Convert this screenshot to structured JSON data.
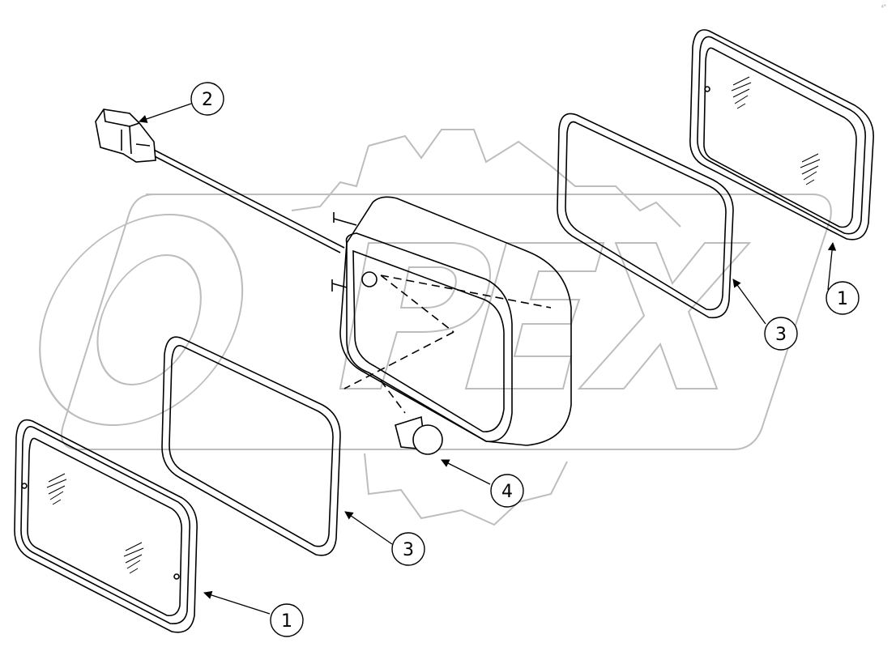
{
  "watermark": {
    "text": "OPEX",
    "logo": "gear-logo",
    "color": "#c8c8c8"
  },
  "corner_mark": "♯°",
  "callouts": [
    {
      "id": "c1a",
      "label": "1"
    },
    {
      "id": "c1b",
      "label": "1"
    },
    {
      "id": "c2",
      "label": "2"
    },
    {
      "id": "c3a",
      "label": "3"
    },
    {
      "id": "c3b",
      "label": "3"
    },
    {
      "id": "c4",
      "label": "4"
    }
  ],
  "colors": {
    "line": "#000000",
    "watermark": "#bdbdbd",
    "background": "#ffffff"
  }
}
